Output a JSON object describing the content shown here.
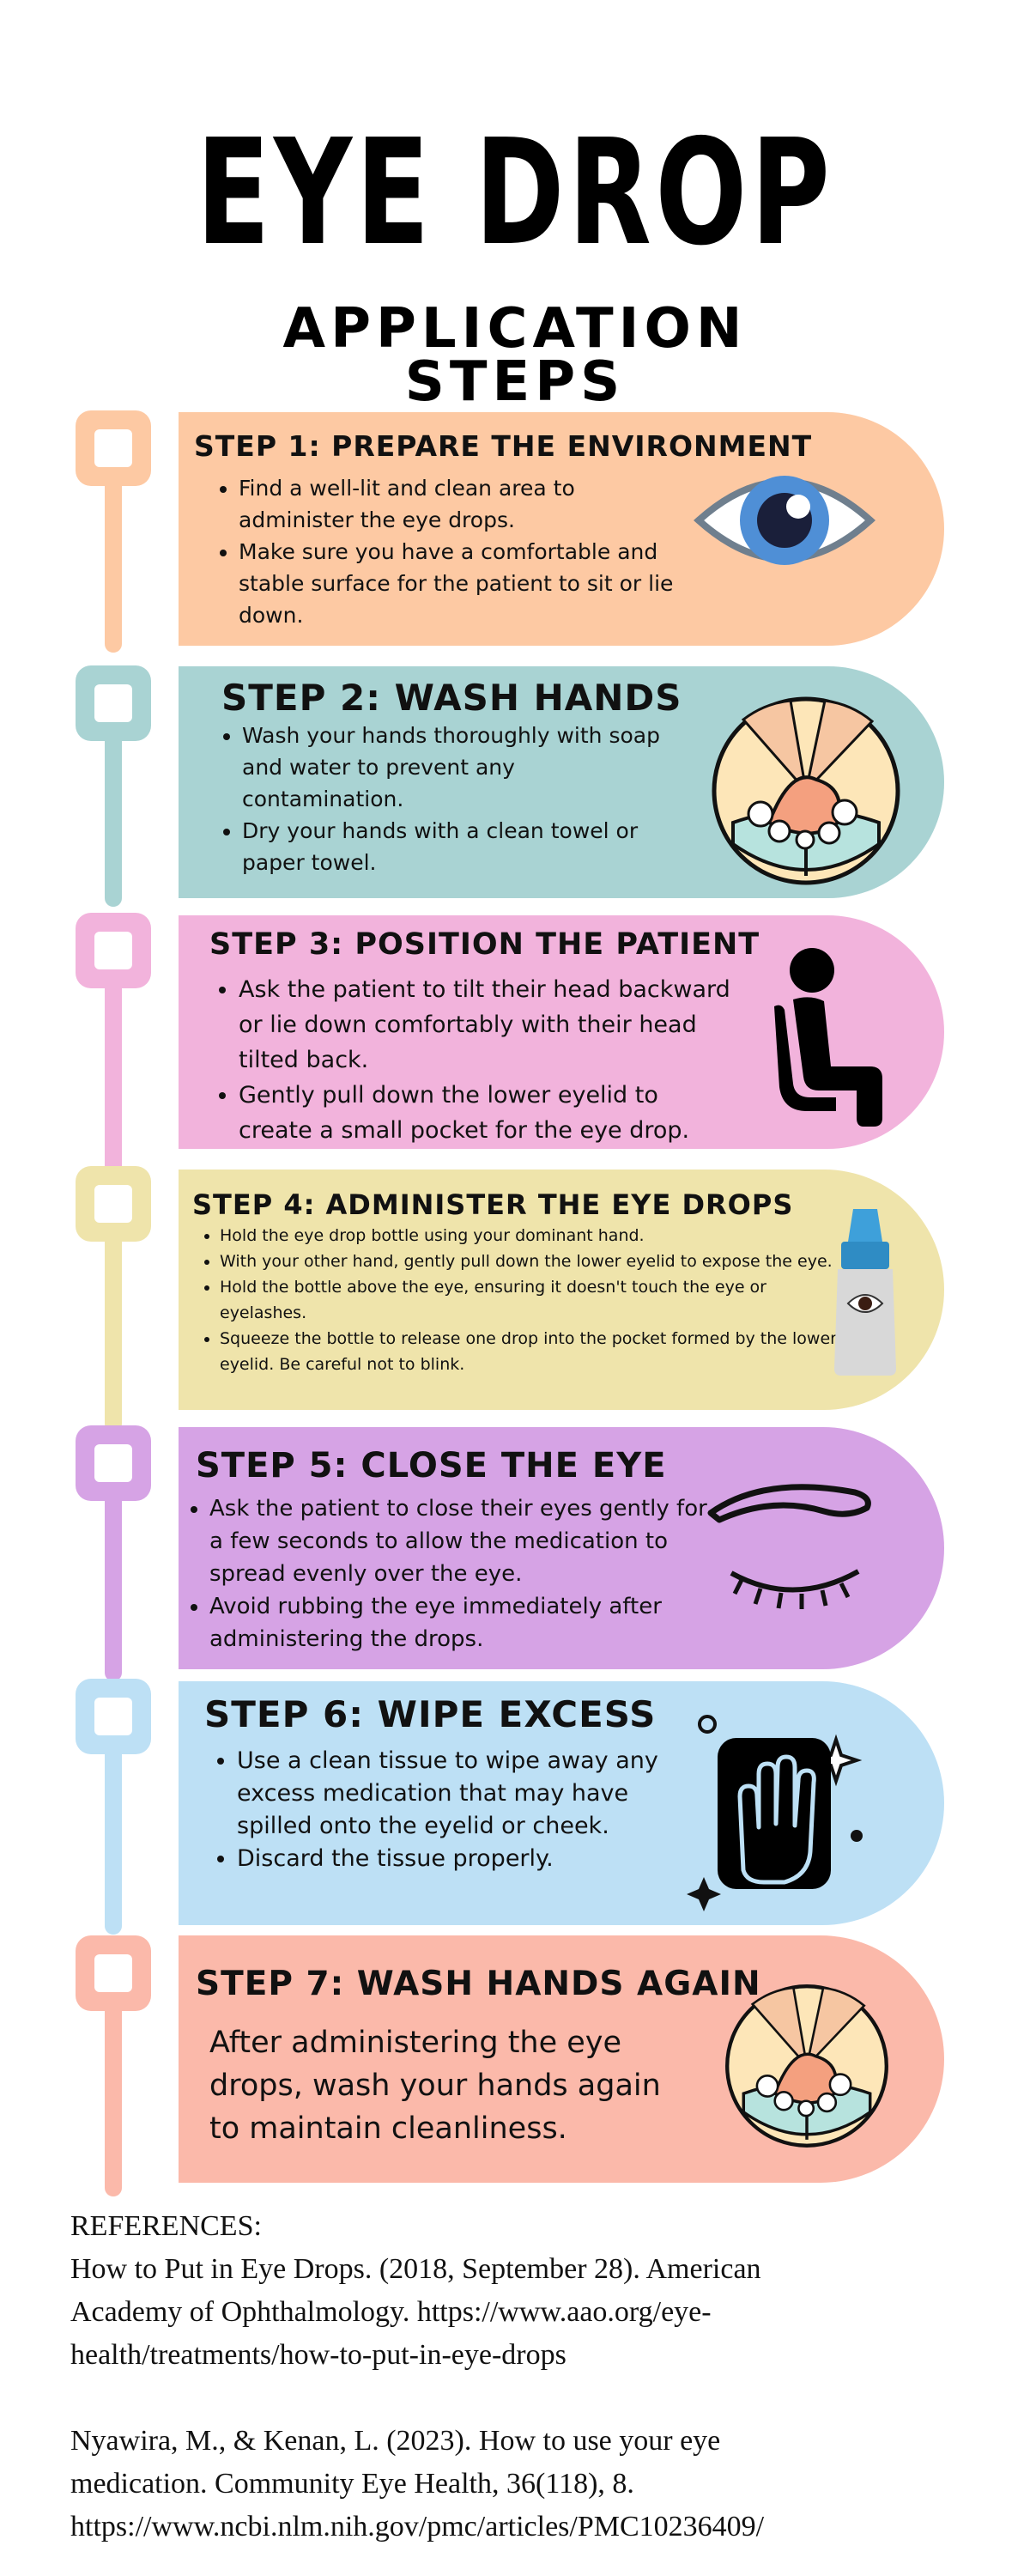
{
  "header": {
    "title": "EYE DROP",
    "subtitle_line1": "APPLICATION",
    "subtitle_line2": "STEPS"
  },
  "colors": {
    "step1": "#fdc9a3",
    "step2": "#a9d3d3",
    "step3": "#f2b3dc",
    "step4": "#efe4ab",
    "step5": "#d6a3e5",
    "step6": "#bde0f5",
    "step7": "#fbb9aa"
  },
  "steps": [
    {
      "title": "STEP 1: PREPARE THE ENVIRONMENT",
      "icon": "eye-icon",
      "bullets": [
        "Find a well-lit and clean area to administer the eye drops.",
        "Make sure you have a comfortable and stable surface for the patient to sit or lie down."
      ]
    },
    {
      "title": "STEP 2: WASH HANDS",
      "icon": "hand-washing-icon",
      "bullets": [
        "Wash your hands thoroughly with soap and water to prevent any contamination.",
        "Dry your hands with a clean towel or paper towel."
      ]
    },
    {
      "title": "STEP 3: POSITION THE PATIENT",
      "icon": "seated-person-icon",
      "bullets": [
        "Ask the patient to tilt their head backward or lie down comfortably with their head tilted back.",
        "Gently pull down the lower eyelid to create a small pocket for the eye drop."
      ]
    },
    {
      "title": "STEP 4: ADMINISTER THE EYE DROPS",
      "icon": "eye-drop-bottle-icon",
      "bullets": [
        "Hold the eye drop bottle using your dominant hand.",
        "With your other hand, gently pull down the lower eyelid to expose the eye.",
        "Hold the bottle above the eye, ensuring it doesn't touch the eye or eyelashes.",
        "Squeeze the bottle to release one drop into the pocket formed by the lower eyelid. Be careful not to blink."
      ]
    },
    {
      "title": "STEP 5: CLOSE THE EYE",
      "icon": "closed-eye-icon",
      "bullets": [
        "Ask the patient to close their eyes gently for a few seconds to allow the medication to spread evenly over the eye.",
        "Avoid rubbing the eye immediately after administering the drops."
      ]
    },
    {
      "title": "STEP 6: WIPE EXCESS",
      "icon": "wiping-hand-icon",
      "bullets": [
        "Use a clean tissue to wipe away any excess medication that may have spilled onto the eyelid or cheek.",
        "Discard the tissue properly."
      ]
    },
    {
      "title": "STEP 7: WASH HANDS AGAIN",
      "icon": "hand-washing-icon",
      "text": "After administering the eye drops, wash your hands again to maintain cleanliness."
    }
  ],
  "references": {
    "heading": "REFERENCES:",
    "ref1_line1": "How to Put in Eye Drops. (2018, September 28). American",
    "ref1_line2": "Academy of Ophthalmology. https://www.aao.org/eye-",
    "ref1_line3": "health/treatments/how-to-put-in-eye-drops",
    "ref2_line1": "Nyawira, M., & Kenan, L. (2023). How to use your eye",
    "ref2_line2": "medication. Community Eye Health, 36(118), 8.",
    "ref2_line3": "https://www.ncbi.nlm.nih.gov/pmc/articles/PMC10236409/"
  }
}
